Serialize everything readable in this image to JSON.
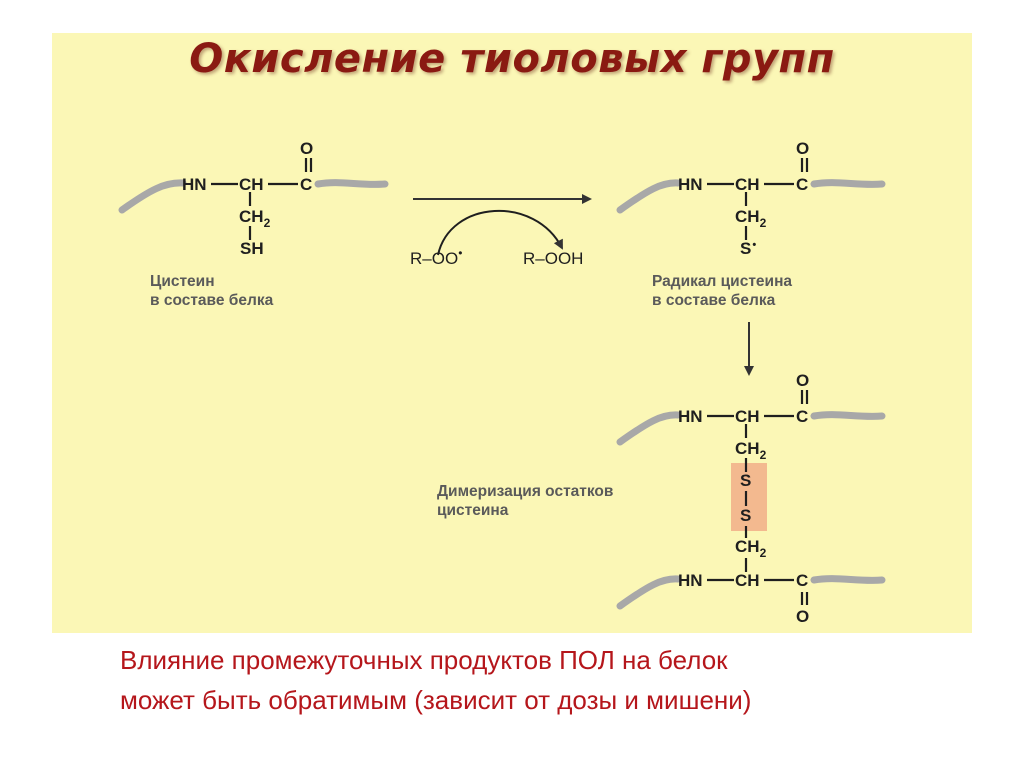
{
  "title": "Окисление тиоловых групп",
  "colors": {
    "panel_background": "#fbf7b6",
    "title": "#8a1a12",
    "caption": "#b5161b",
    "protein_chain": "#a8a8a8",
    "highlight": "#f3b98f"
  },
  "molecule": {
    "hn": "HN",
    "ch": "CH",
    "c": "C",
    "o": "O",
    "ch2_main": "CH",
    "ch2_sub": "2",
    "sh": "SH",
    "s_radical": "S",
    "radical_dot": "•",
    "s": "S"
  },
  "reaction": {
    "reagent": "R–OO",
    "reagent_dot": "•",
    "product": "R–OOH"
  },
  "labels": {
    "cysteine_line1": "Цистеин",
    "cysteine_line2": "в составе белка",
    "radical_line1": "Радикал цистеина",
    "radical_line2": "в составе белка",
    "dimer_line1": "Димеризация остатков",
    "dimer_line2": "цистеина"
  },
  "caption": {
    "line1": "Влияние промежуточных продуктов ПОЛ на белок",
    "line2": "может быть обратимым (зависит от дозы и мишени)"
  }
}
